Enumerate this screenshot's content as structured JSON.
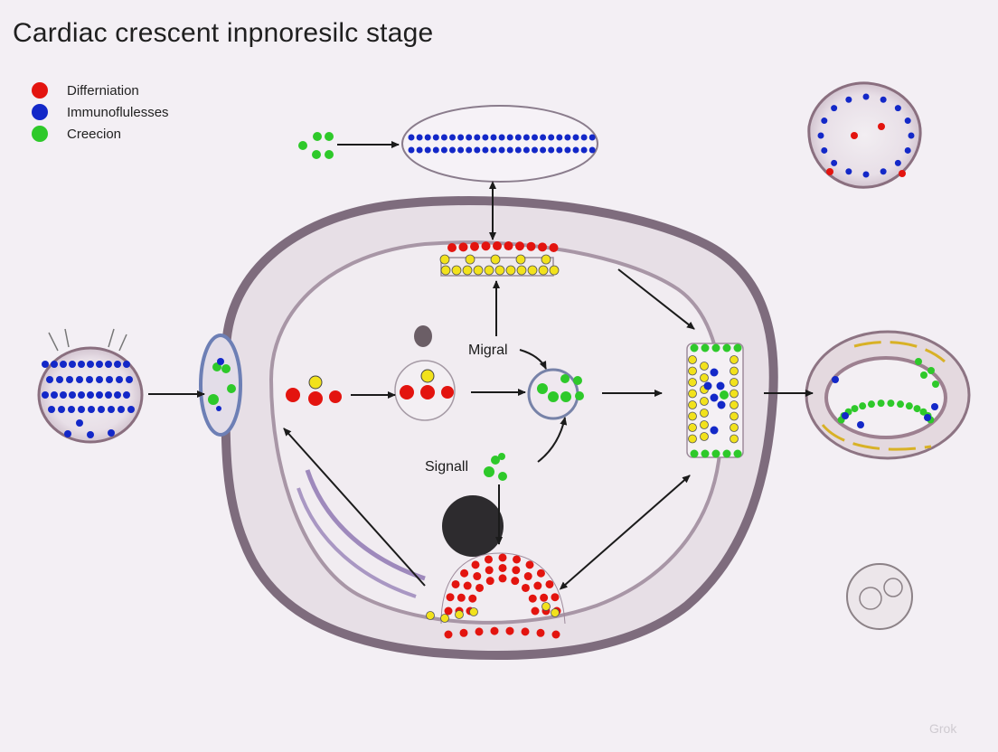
{
  "title": "Cardiac crescent inpnoresilc stage",
  "legend": [
    {
      "label": "Differniation",
      "color": "#e3140f"
    },
    {
      "label": "Immunoflulesses",
      "color": "#1328c8"
    },
    {
      "label": "Creecion",
      "color": "#2ec92a"
    }
  ],
  "colors": {
    "red": "#e3140f",
    "blue": "#1328c8",
    "green": "#2ec92a",
    "yellow": "#f2e21c",
    "arrow": "#1b1b1b",
    "membrane": "#6a5a6a"
  },
  "labels": {
    "migral": "Migral",
    "signall": "Signall"
  },
  "watermark": "Grok"
}
